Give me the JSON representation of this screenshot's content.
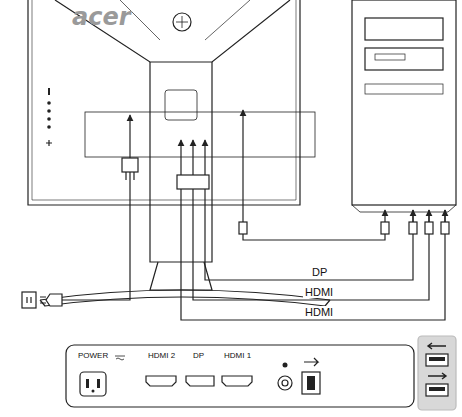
{
  "diagram": {
    "labels": [
      "acer",
      "DP",
      "HDMI",
      "HDMI",
      "POWER",
      "HDMI 2",
      "DP",
      "HDMI 1"
    ]
  }
}
